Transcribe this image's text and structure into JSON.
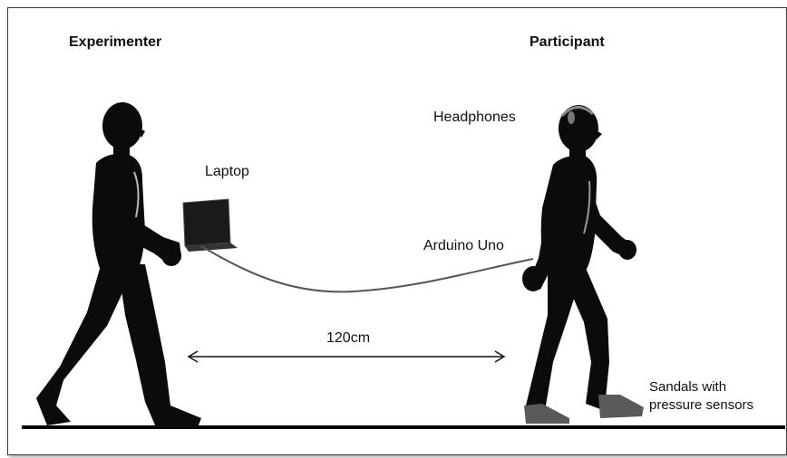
{
  "labels": {
    "experimenter": "Experimenter",
    "participant": "Participant",
    "headphones": "Headphones",
    "laptop": "Laptop",
    "arduino": "Arduino Uno",
    "distance": "120cm",
    "sandals": "Sandals with\npressure sensors"
  }
}
